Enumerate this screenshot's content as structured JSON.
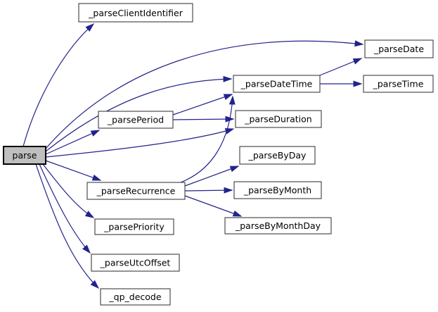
{
  "diagram": {
    "kind": "function-call-graph",
    "colors": {
      "edge": "#23238c",
      "node_border": "#3c3c3c",
      "node_fill": "#ffffff",
      "highlight_fill": "#bfbfbf",
      "highlight_border": "#000000",
      "text": "#000000",
      "background": "#ffffff"
    },
    "nodes": {
      "parse": {
        "label": "parse",
        "highlighted": true
      },
      "parseClientIdentifier": {
        "label": "_parseClientIdentifier",
        "highlighted": false
      },
      "parseDate": {
        "label": "_parseDate",
        "highlighted": false
      },
      "parseTime": {
        "label": "_parseTime",
        "highlighted": false
      },
      "parseDateTime": {
        "label": "_parseDateTime",
        "highlighted": false
      },
      "parsePeriod": {
        "label": "_parsePeriod",
        "highlighted": false
      },
      "parseDuration": {
        "label": "_parseDuration",
        "highlighted": false
      },
      "parseRecurrence": {
        "label": "_parseRecurrence",
        "highlighted": false
      },
      "parseByDay": {
        "label": "_parseByDay",
        "highlighted": false
      },
      "parseByMonth": {
        "label": "_parseByMonth",
        "highlighted": false
      },
      "parseByMonthDay": {
        "label": "_parseByMonthDay",
        "highlighted": false
      },
      "parsePriority": {
        "label": "_parsePriority",
        "highlighted": false
      },
      "parseUtcOffset": {
        "label": "_parseUtcOffset",
        "highlighted": false
      },
      "qpDecode": {
        "label": "_qp_decode",
        "highlighted": false
      }
    },
    "edges": [
      {
        "from": "parse",
        "to": "_parseClientIdentifier"
      },
      {
        "from": "parse",
        "to": "_parseDate"
      },
      {
        "from": "parse",
        "to": "_parseDateTime"
      },
      {
        "from": "parse",
        "to": "_parsePeriod"
      },
      {
        "from": "parse",
        "to": "_parseDuration"
      },
      {
        "from": "parse",
        "to": "_parseRecurrence"
      },
      {
        "from": "parse",
        "to": "_parsePriority"
      },
      {
        "from": "parse",
        "to": "_parseUtcOffset"
      },
      {
        "from": "parse",
        "to": "_qp_decode"
      },
      {
        "from": "_parseDateTime",
        "to": "_parseDate"
      },
      {
        "from": "_parseDateTime",
        "to": "_parseTime"
      },
      {
        "from": "_parsePeriod",
        "to": "_parseDateTime"
      },
      {
        "from": "_parsePeriod",
        "to": "_parseDuration"
      },
      {
        "from": "_parseRecurrence",
        "to": "_parseDateTime"
      },
      {
        "from": "_parseRecurrence",
        "to": "_parseByDay"
      },
      {
        "from": "_parseRecurrence",
        "to": "_parseByMonth"
      },
      {
        "from": "_parseRecurrence",
        "to": "_parseByMonthDay"
      }
    ]
  }
}
